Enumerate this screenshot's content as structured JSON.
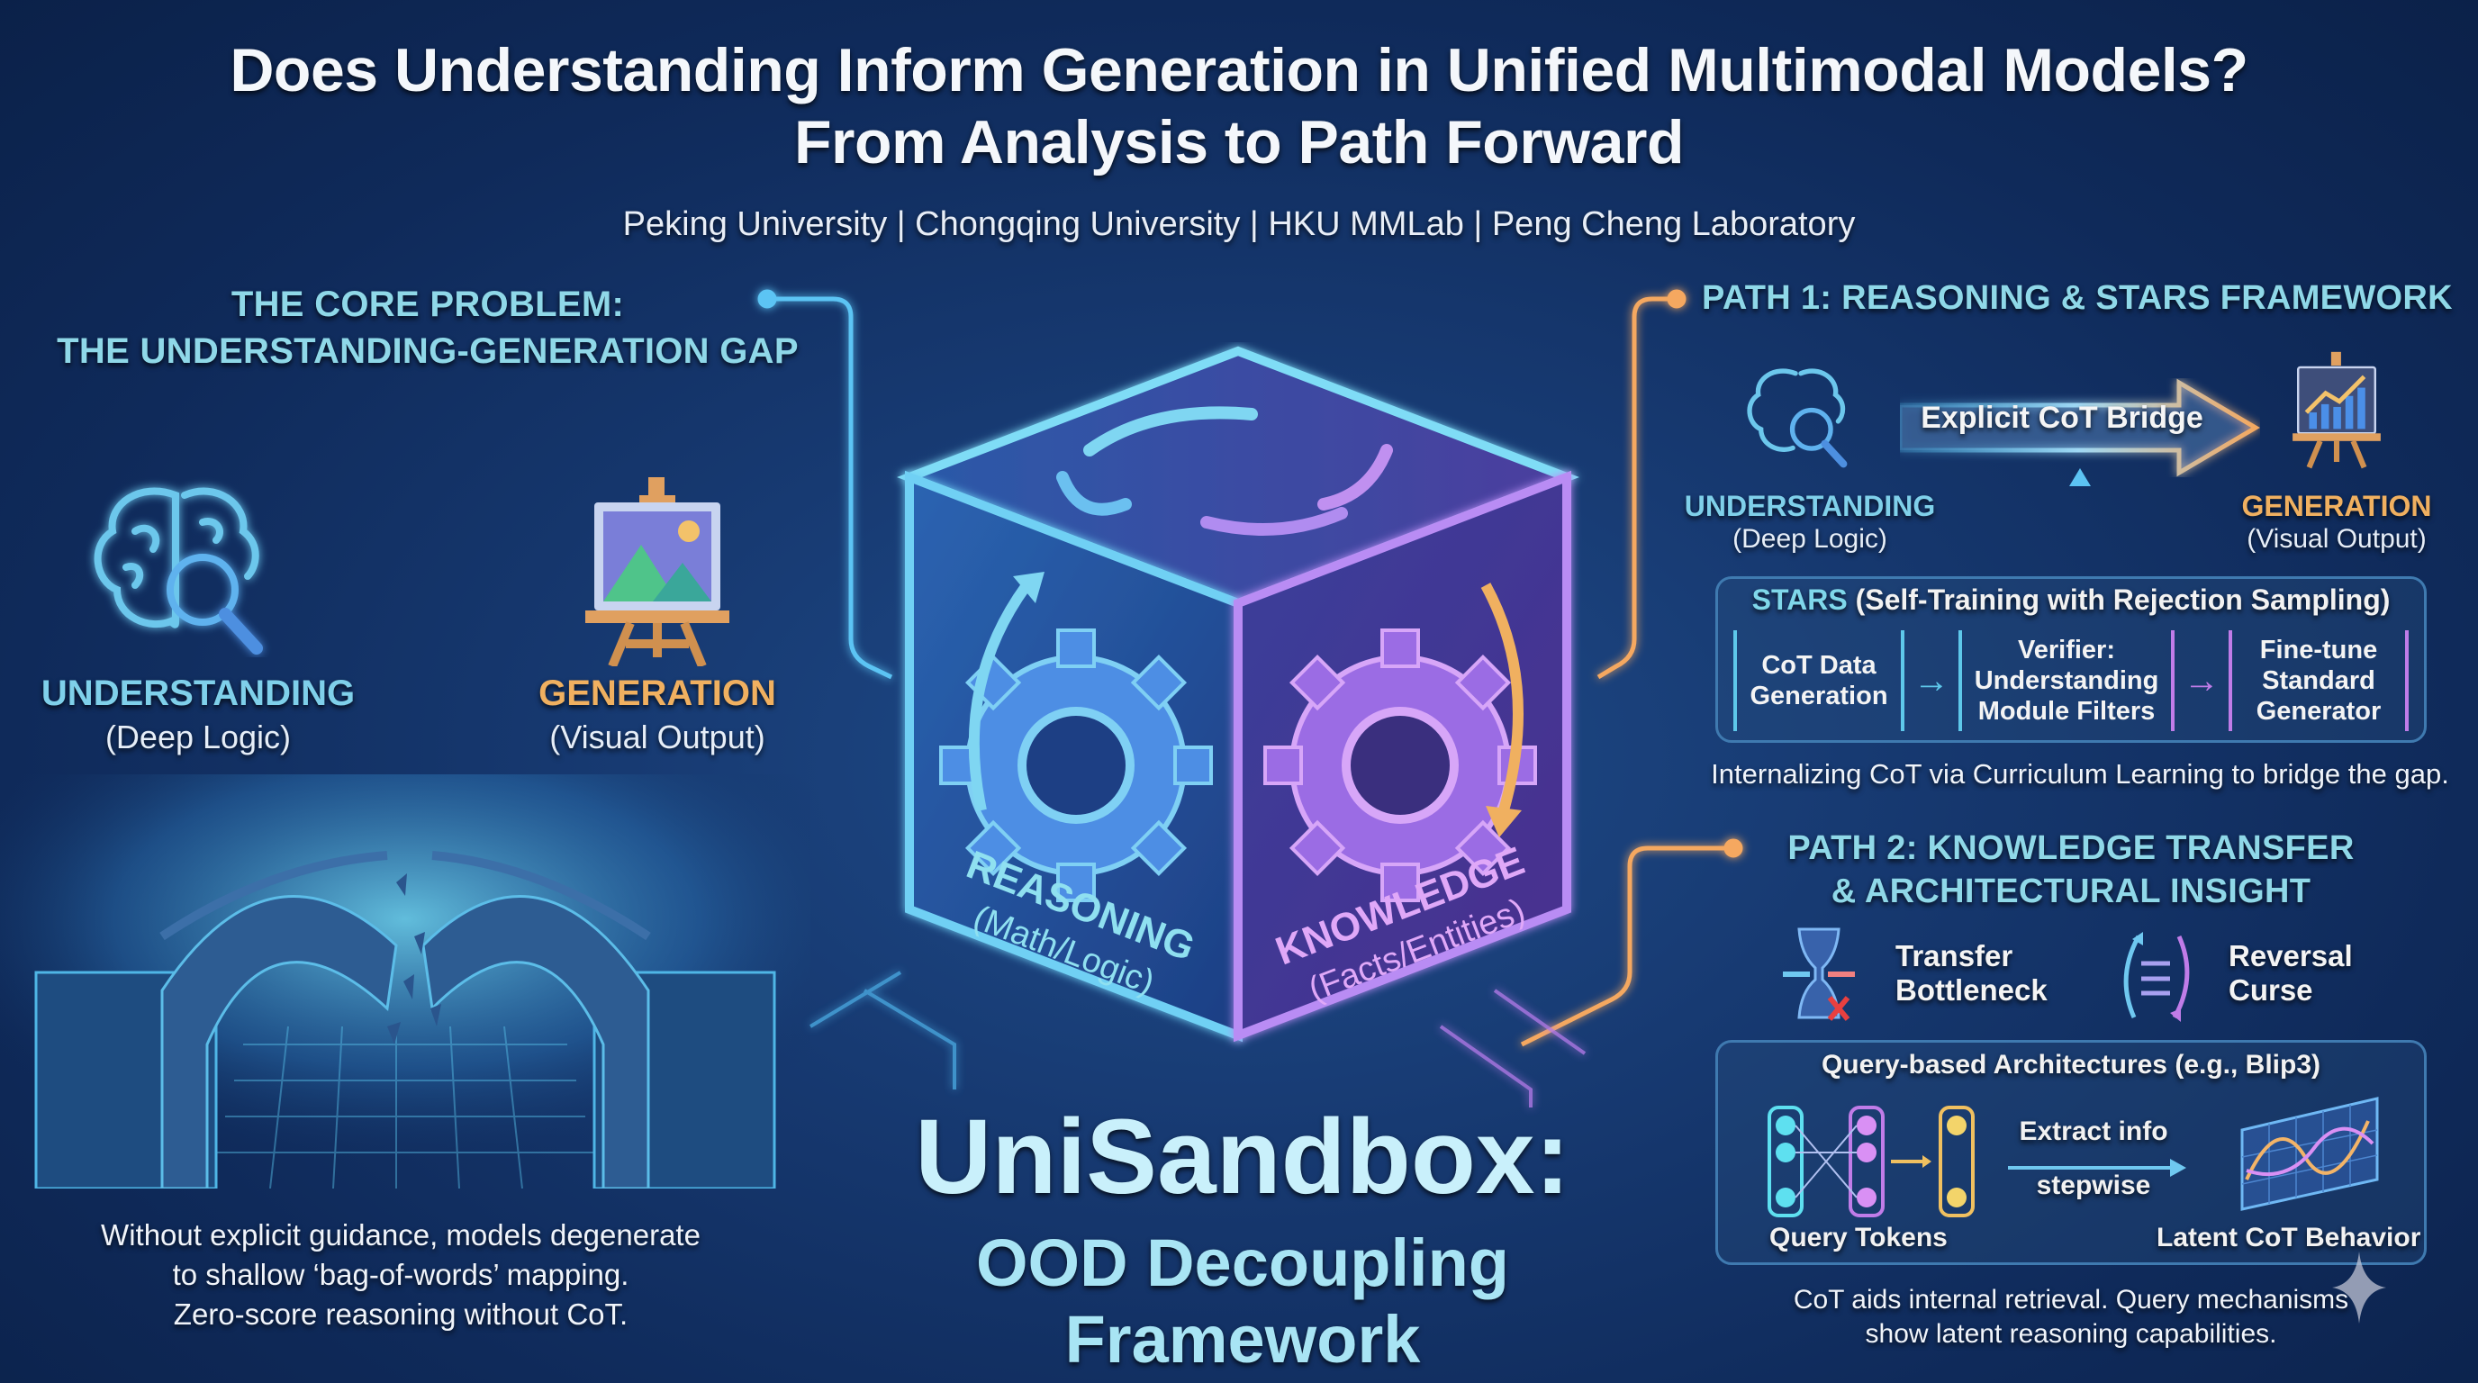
{
  "header": {
    "title_line1": "Does Understanding Inform Generation in Unified Multimodal Models?",
    "title_line2": "From Analysis to Path Forward",
    "affiliations": "Peking University | Chongqing University | HKU MMLab | Peng Cheng Laboratory"
  },
  "core_problem": {
    "heading_line1": "THE CORE PROBLEM:",
    "heading_line2": "THE UNDERSTANDING-GENERATION GAP",
    "understanding": {
      "label": "UNDERSTANDING",
      "sub": "(Deep Logic)",
      "icon": "brain-magnifier-icon"
    },
    "generation": {
      "label": "GENERATION",
      "sub": "(Visual Output)",
      "icon": "easel-painting-icon"
    },
    "illustration": "broken-bridge",
    "note_line1": "Without explicit guidance, models degenerate",
    "note_line2": "to shallow ‘bag-of-words’ mapping.",
    "note_line3": "Zero-score reasoning without CoT."
  },
  "center": {
    "cube": {
      "left_face_label": "REASONING",
      "left_face_sub": "(Math/Logic)",
      "right_face_label": "KNOWLEDGE",
      "right_face_sub": "(Facts/Entities)"
    },
    "title": "UniSandbox:",
    "subtitle": "OOD Decoupling Framework"
  },
  "path1": {
    "heading": "PATH 1: REASONING & STARS FRAMEWORK",
    "understanding": {
      "label": "UNDERSTANDING",
      "sub": "(Deep Logic)"
    },
    "generation": {
      "label": "GENERATION",
      "sub": "(Visual Output)"
    },
    "bridge_label": "Explicit CoT Bridge",
    "stars": {
      "acronym": "STARS",
      "expansion": "(Self-Training with Rejection Sampling)",
      "steps": [
        {
          "line1": "CoT Data",
          "line2": "Generation",
          "line3": ""
        },
        {
          "line1": "Verifier:",
          "line2": "Understanding",
          "line3": "Module Filters"
        },
        {
          "line1": "Fine-tune",
          "line2": "Standard",
          "line3": "Generator"
        }
      ]
    },
    "note": "Internalizing CoT via Curriculum Learning to bridge the gap."
  },
  "path2": {
    "heading_line1": "PATH 2: KNOWLEDGE TRANSFER",
    "heading_line2": "& ARCHITECTURAL INSIGHT",
    "issues": [
      {
        "line1": "Transfer",
        "line2": "Bottleneck",
        "icon": "hourglass-bottleneck-icon"
      },
      {
        "line1": "Reversal",
        "line2": "Curse",
        "icon": "reversal-arrows-icon"
      }
    ],
    "query_box": {
      "title": "Query-based Architectures (e.g., Blip3)",
      "left_label": "Query Tokens",
      "arrow_label_line1": "Extract info",
      "arrow_label_line2": "stepwise",
      "right_label": "Latent CoT Behavior"
    },
    "note_line1": "CoT aids internal retrieval. Query mechanisms",
    "note_line2": "show latent reasoning capabilities."
  },
  "colors": {
    "background": "#143366",
    "heading_cyan": "#8fd8e8",
    "understanding_cyan": "#7fd0ea",
    "generation_orange": "#f0b060",
    "knowledge_purple": "#c58cf0",
    "connector_blue": "#5cc4f4",
    "connector_orange": "#f5a860"
  }
}
